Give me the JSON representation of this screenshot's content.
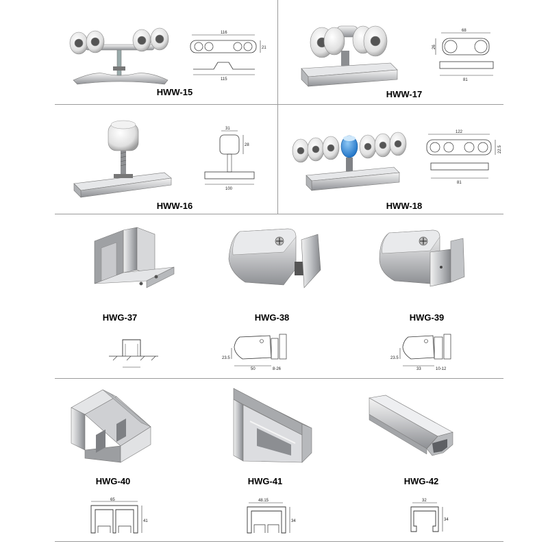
{
  "products": {
    "hww15": {
      "code": "HWW-15",
      "dims": {
        "top": "116",
        "side": "21",
        "bottom": "115"
      }
    },
    "hww17": {
      "code": "HWW-17",
      "dims": {
        "top": "68",
        "side": "26",
        "bottom": "81"
      }
    },
    "hww16": {
      "code": "HWW-16",
      "dims": {
        "top": "31",
        "side": "28",
        "bottom": "100"
      }
    },
    "hww18": {
      "code": "HWW-18",
      "dims": {
        "top": "122",
        "side": "22.5",
        "bottom": "81"
      }
    },
    "hwg37": {
      "code": "HWG-37"
    },
    "hwg38": {
      "code": "HWG-38",
      "dims": {
        "height": "23.5",
        "length": "50",
        "gap": "8-26"
      }
    },
    "hwg39": {
      "code": "HWG-39",
      "dims": {
        "height": "23.5",
        "length": "33",
        "gap": "10-12"
      }
    },
    "hwg40": {
      "code": "HWG-40",
      "dims": {
        "width": "65",
        "height": "41"
      }
    },
    "hwg41": {
      "code": "HWG-41",
      "dims": {
        "width": "48.15",
        "height": "34"
      }
    },
    "hwg42": {
      "code": "HWG-42",
      "dims": {
        "width": "32",
        "height": "34"
      }
    }
  }
}
